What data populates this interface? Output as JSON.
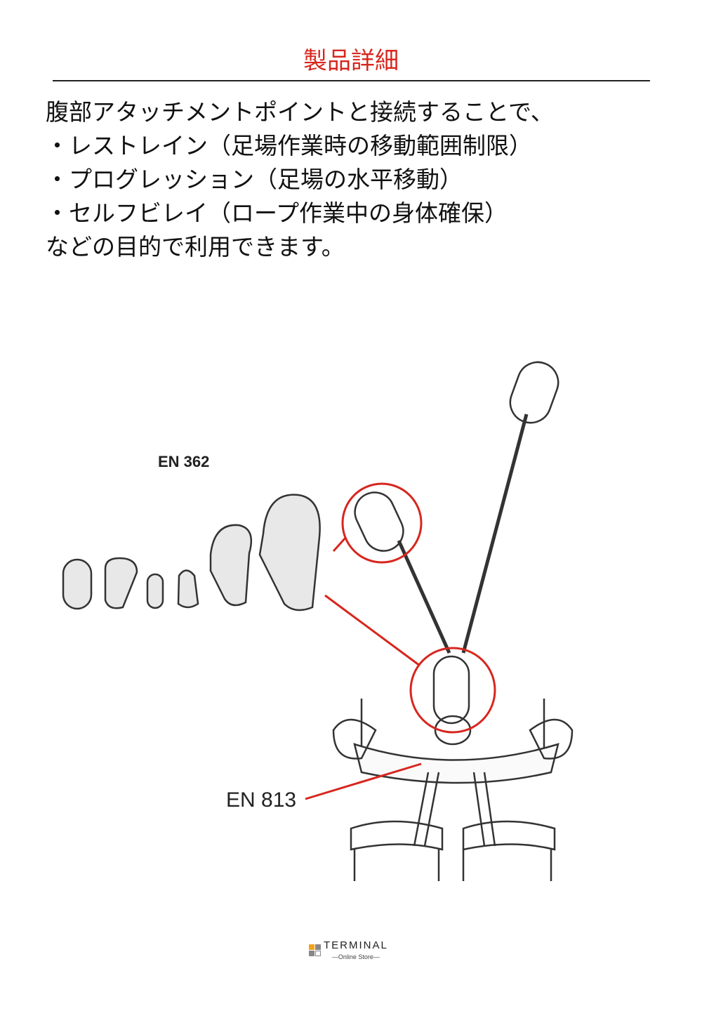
{
  "title": "製品詳細",
  "body_lines": [
    "腹部アタッチメントポイントと接続することで、",
    "・レストレイン（足場作業時の移動範囲制限）",
    "・プログレッション（足場の水平移動）",
    "・セルフビレイ（ロープ作業中の身体確保）",
    "などの目的で利用できます。"
  ],
  "figure": {
    "label_connectors": "EN 362",
    "label_harness": "EN 813",
    "highlight_color": "#d7261e"
  },
  "footer": {
    "logo_name": "TERMINAL",
    "logo_sub": "—Online Store—",
    "logo_colors": [
      "#f5a21b",
      "#888888",
      "#888888",
      "#ffffff"
    ]
  }
}
